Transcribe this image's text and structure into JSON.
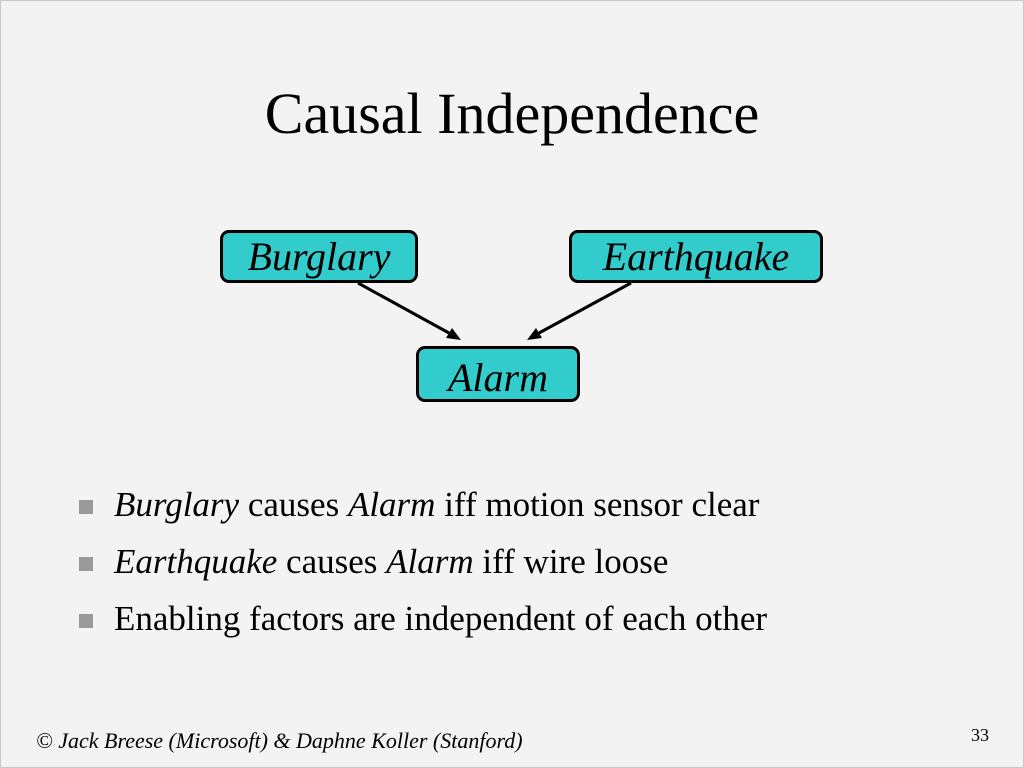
{
  "slide": {
    "title": "Causal Independence"
  },
  "diagram": {
    "nodes": {
      "burglary": "Burglary",
      "earthquake": "Earthquake",
      "alarm": "Alarm"
    },
    "edges": [
      {
        "from": "Burglary",
        "to": "Alarm"
      },
      {
        "from": "Earthquake",
        "to": "Alarm"
      }
    ],
    "node_color": "#33cccc"
  },
  "bullets": [
    {
      "cause": "Burglary",
      "verb": " causes ",
      "effect": "Alarm",
      "rest": " iff motion sensor clear"
    },
    {
      "cause": "Earthquake",
      "verb": " causes ",
      "effect": "Alarm",
      "rest": " iff wire loose"
    },
    {
      "text": "Enabling factors are independent of each other"
    }
  ],
  "footer": {
    "copyright": "© Jack Breese (Microsoft) & Daphne Koller (Stanford)",
    "page_number": "33"
  }
}
